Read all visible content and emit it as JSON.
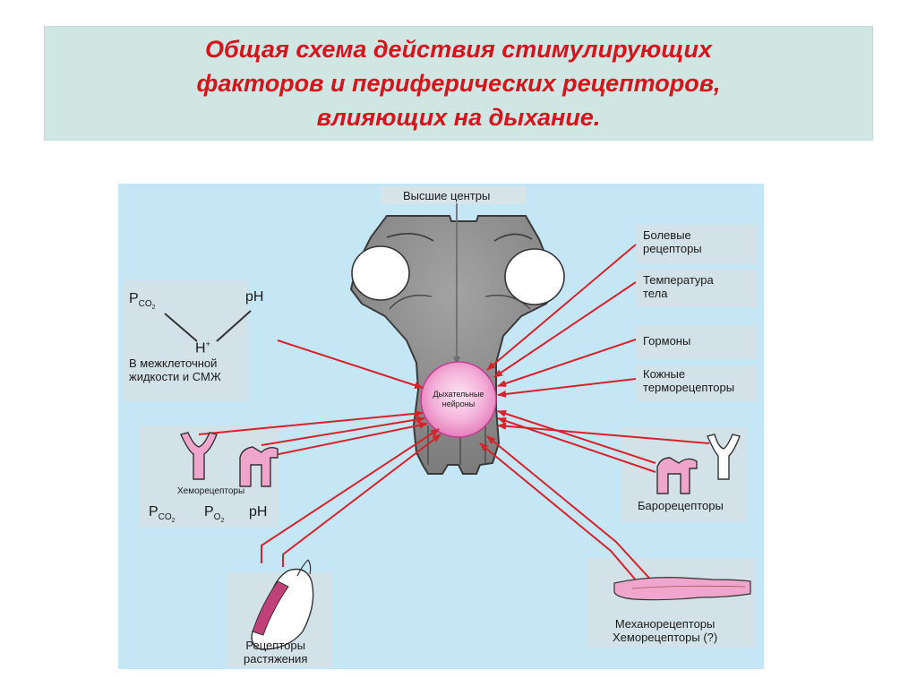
{
  "title": "Общая схема действия стимулирующих\nфакторов и периферических рецепторов,\nвлияющих на дыхание.",
  "labels": {
    "higher_centers": "Высшие центры",
    "respiratory_neurons_line1": "Дыхательные",
    "respiratory_neurons_line2": "нейроны",
    "pain_receptors": "Болевые\nрецепторы",
    "body_temperature": "Температура\nтела",
    "hormones": "Гормоны",
    "skin_thermoreceptors": "Кожные\nтерморецепторы",
    "baroreceptors": "Барорецепторы",
    "mechanoreceptors": "Механорецепторы\nХеморецепторы (?)",
    "stretch_receptors": "Рецепторы\nрастяжения",
    "chemoreceptors": "Хеморецепторы",
    "interstitial_fluid": "В межклеточной\nжидкости и СМЖ"
  },
  "chem": {
    "p": "P",
    "co2_sub": "CO",
    "two": "2",
    "o2_sub": "O",
    "ph": "pH",
    "h": "H",
    "plus": "+"
  },
  "colors": {
    "arrow": "#d8222a",
    "brain": "#8a8a8a",
    "nucleus": "#f2a0cf",
    "tissue": "#e99ac4",
    "background": "#c4e6f5",
    "title": "#d6141c"
  }
}
